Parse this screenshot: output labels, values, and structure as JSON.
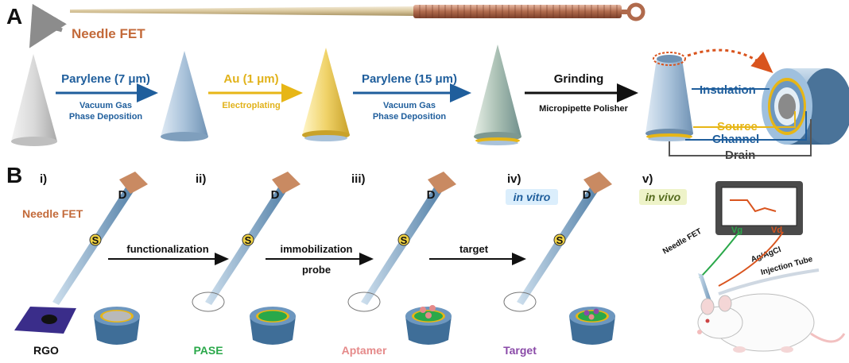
{
  "panels": {
    "a": "A",
    "b": "B"
  },
  "needle_label": "Needle FET",
  "steps_a": [
    {
      "top": "Parylene (7 μm)",
      "sub1": "Vacuum Gas",
      "sub2": "Phase Deposition"
    },
    {
      "top": "Au (1 μm)",
      "sub1": "Electroplating",
      "sub2": ""
    },
    {
      "top": "Parylene (15 μm)",
      "sub1": "Vacuum Gas",
      "sub2": "Phase Deposition"
    },
    {
      "top": "Grinding",
      "sub1": "Micropipette Polisher",
      "sub2": ""
    }
  ],
  "layers": {
    "insulation": "Insulation",
    "source": "Source",
    "channel": "Channel",
    "drain": "Drain"
  },
  "stages": [
    "i)",
    "ii)",
    "iii)",
    "iv)",
    "v)"
  ],
  "stage_tags": {
    "vitro": "in vitro",
    "vivo": "in vivo"
  },
  "needle_terminals": {
    "d": "D",
    "s": "S"
  },
  "needle_fet_b": "Needle FET",
  "arrows_b": [
    {
      "line1": "functionalization",
      "line2": ""
    },
    {
      "line1": "immobilization",
      "line2": "probe"
    },
    {
      "line1": "target",
      "line2": ""
    }
  ],
  "materials": [
    {
      "label": "RGO",
      "color": "#111111"
    },
    {
      "label": "PASE",
      "color": "#2aa84a"
    },
    {
      "label": "Aptamer",
      "color": "#e58a8a"
    },
    {
      "label": "Target",
      "color": "#8a4aa8"
    }
  ],
  "invivo": {
    "needle": "Needle FET",
    "vg": "Vg",
    "vd": "Vd",
    "ref": "Ag/AgCl",
    "tube": "Injection Tube"
  }
}
